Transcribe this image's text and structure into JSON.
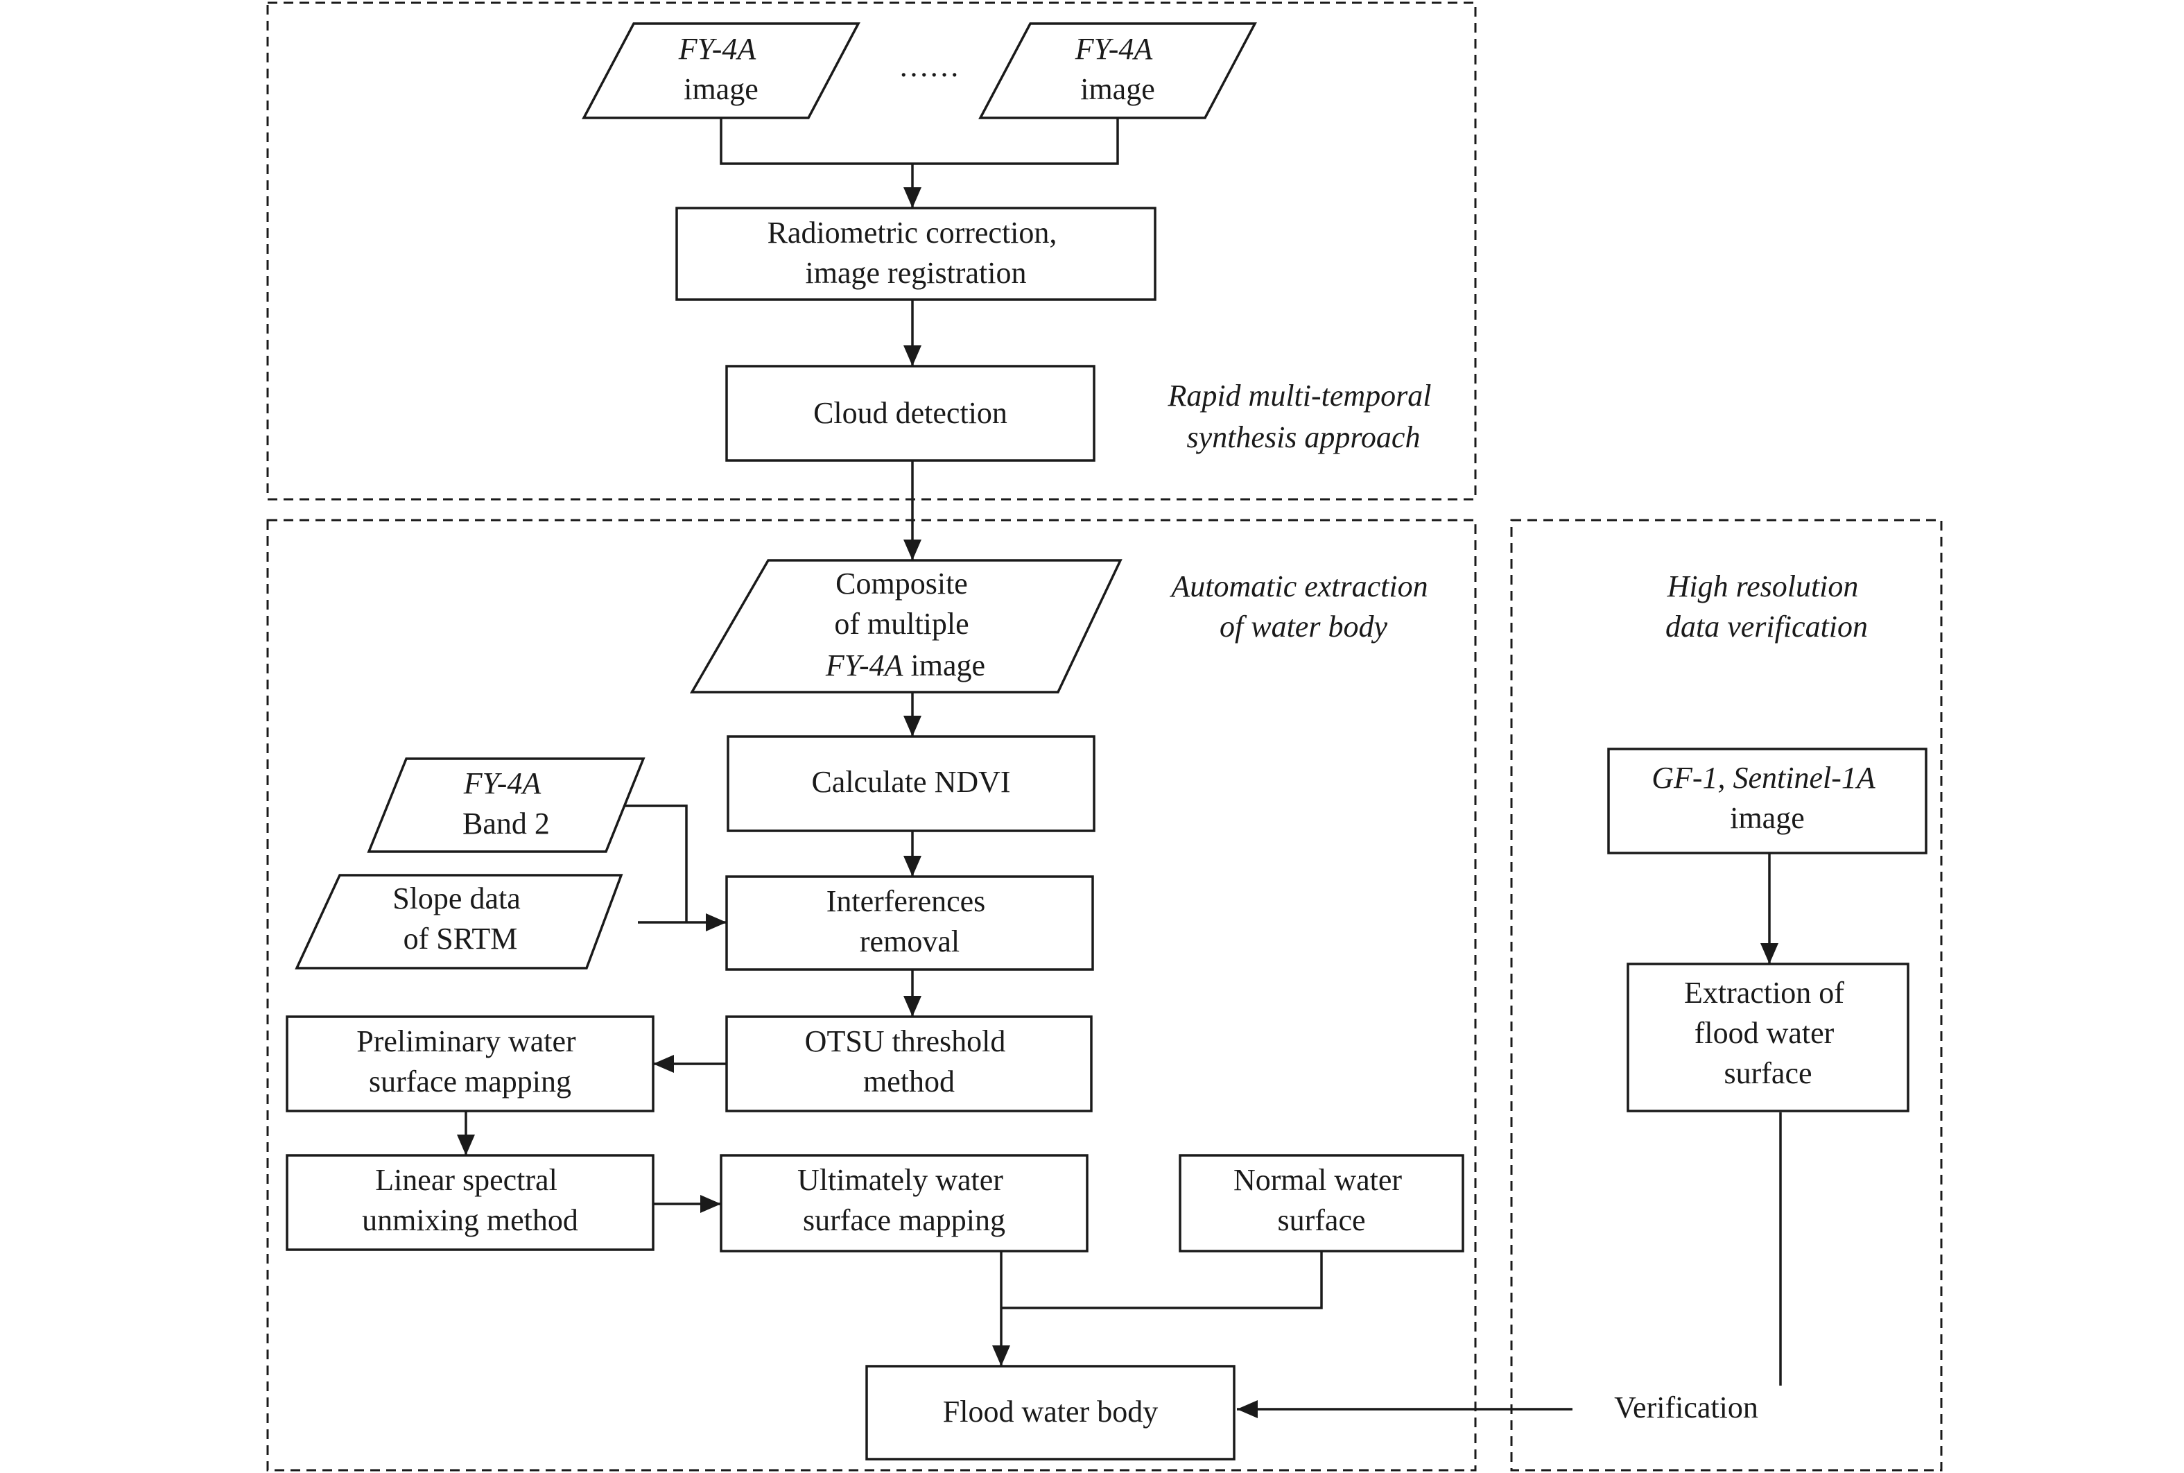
{
  "groups": {
    "synthesis": [
      "Rapid multi-temporal",
      "synthesis approach"
    ],
    "extraction": [
      "Automatic extraction",
      "of water body"
    ],
    "verification": [
      "High resolution",
      "data verification"
    ]
  },
  "nodes": {
    "fy4a_image_1": [
      "FY-4A",
      "image"
    ],
    "ellipsis": "……",
    "fy4a_image_2": [
      "FY-4A",
      "image"
    ],
    "radiometric": [
      "Radiometric correction,",
      "image registration"
    ],
    "cloud": "Cloud detection",
    "composite": [
      "Composite",
      "of multiple",
      "FY-4A",
      " image"
    ],
    "ndvi": "Calculate NDVI",
    "band2": [
      "FY-4A",
      "Band 2"
    ],
    "slope": [
      "Slope data",
      "of SRTM"
    ],
    "interferences": [
      "Interferences",
      "removal"
    ],
    "otsu": [
      "OTSU threshold",
      "method"
    ],
    "preliminary": [
      "Preliminary water",
      "surface mapping"
    ],
    "linear": [
      "Linear spectral",
      "unmixing method"
    ],
    "ultimately": [
      "Ultimately water",
      "surface mapping"
    ],
    "normal": [
      "Normal water",
      "surface"
    ],
    "flood_body": "Flood water body",
    "gf1": [
      "GF-1, Sentinel-1A",
      "image"
    ],
    "extraction_flood": [
      "Extraction of",
      "flood water",
      "surface"
    ],
    "verification_label": "Verification"
  }
}
